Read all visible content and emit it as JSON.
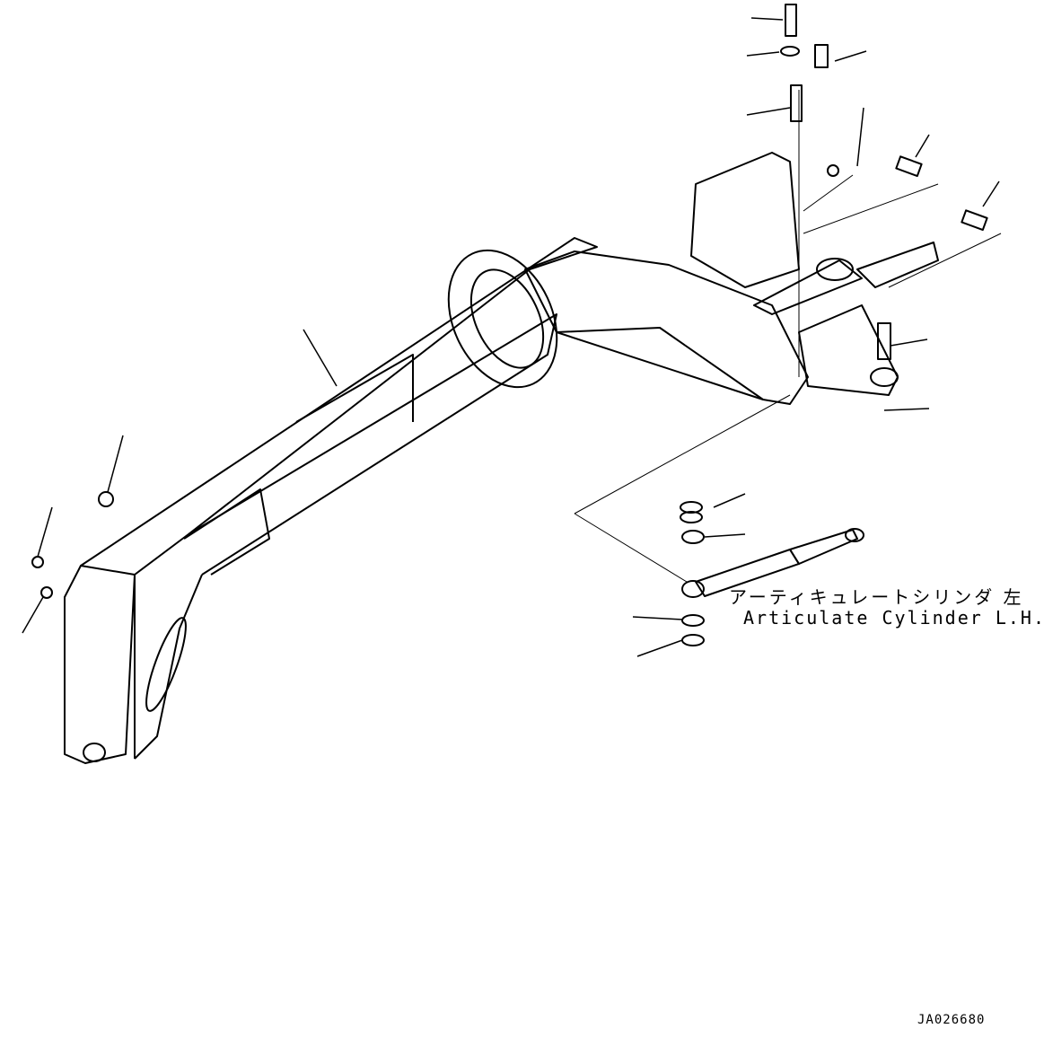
{
  "diagram": {
    "callout": {
      "japanese": "アーティキュレートシリンダ 左",
      "english": "Articulate Cylinder L.H."
    },
    "drawing_number": "JA026680",
    "line_color": "#000000",
    "background": "#ffffff"
  }
}
